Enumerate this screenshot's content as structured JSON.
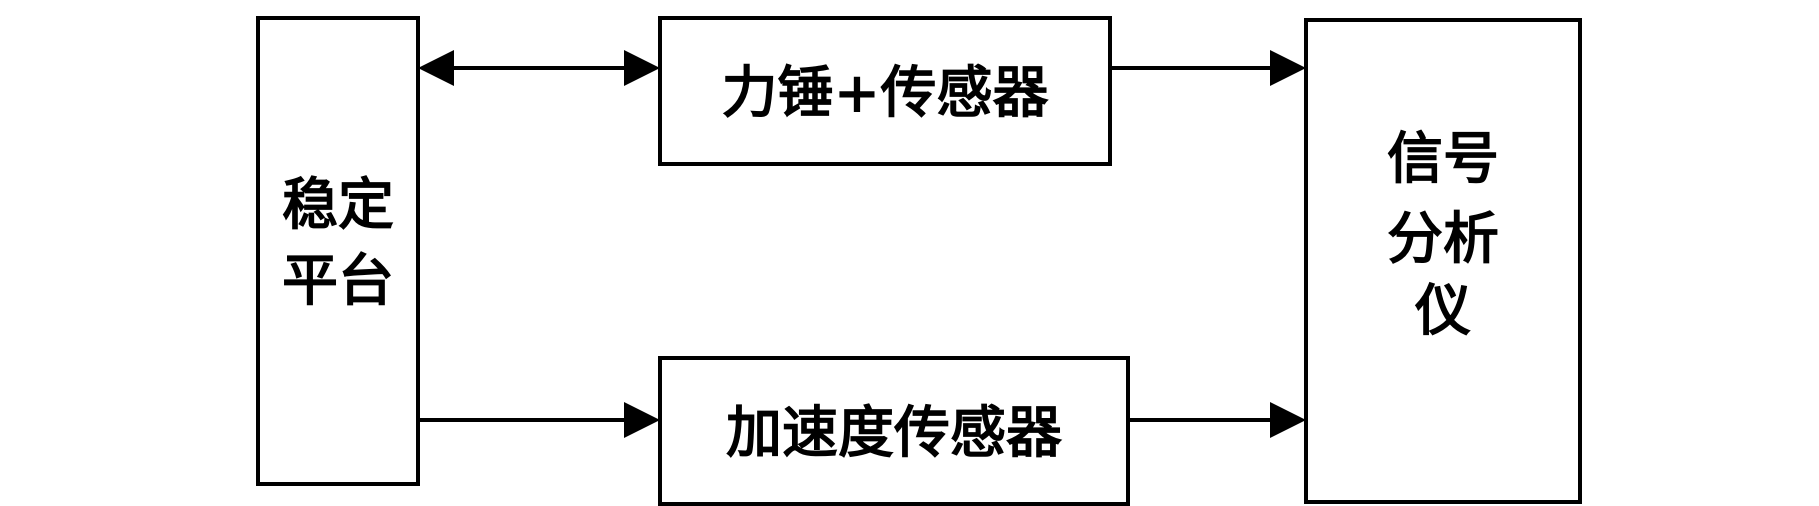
{
  "diagram": {
    "nodes": {
      "platform": {
        "lines": [
          "稳定",
          "平台"
        ]
      },
      "hammer_sensor": {
        "label": "力锤+传感器"
      },
      "accel_sensor": {
        "label": "加速度传感器"
      },
      "analyzer": {
        "lines": [
          "信号",
          "分析",
          "仪"
        ]
      }
    },
    "edges": [
      {
        "from": "platform",
        "to": "hammer_sensor",
        "direction": "bidirectional"
      },
      {
        "from": "platform",
        "to": "accel_sensor",
        "direction": "forward"
      },
      {
        "from": "hammer_sensor",
        "to": "analyzer",
        "direction": "forward"
      },
      {
        "from": "accel_sensor",
        "to": "analyzer",
        "direction": "forward"
      }
    ]
  }
}
